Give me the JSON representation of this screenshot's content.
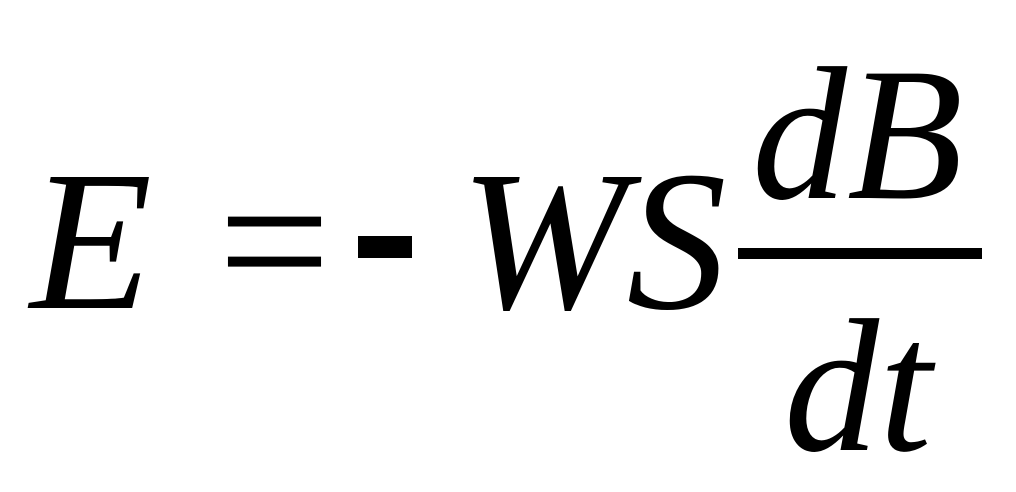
{
  "equation": {
    "lhs": "E",
    "equals": "=",
    "minus": "-",
    "product": "WS",
    "numerator": "dB",
    "denominator": "dt"
  },
  "colors": {
    "text": "#000000",
    "background": "#ffffff"
  }
}
